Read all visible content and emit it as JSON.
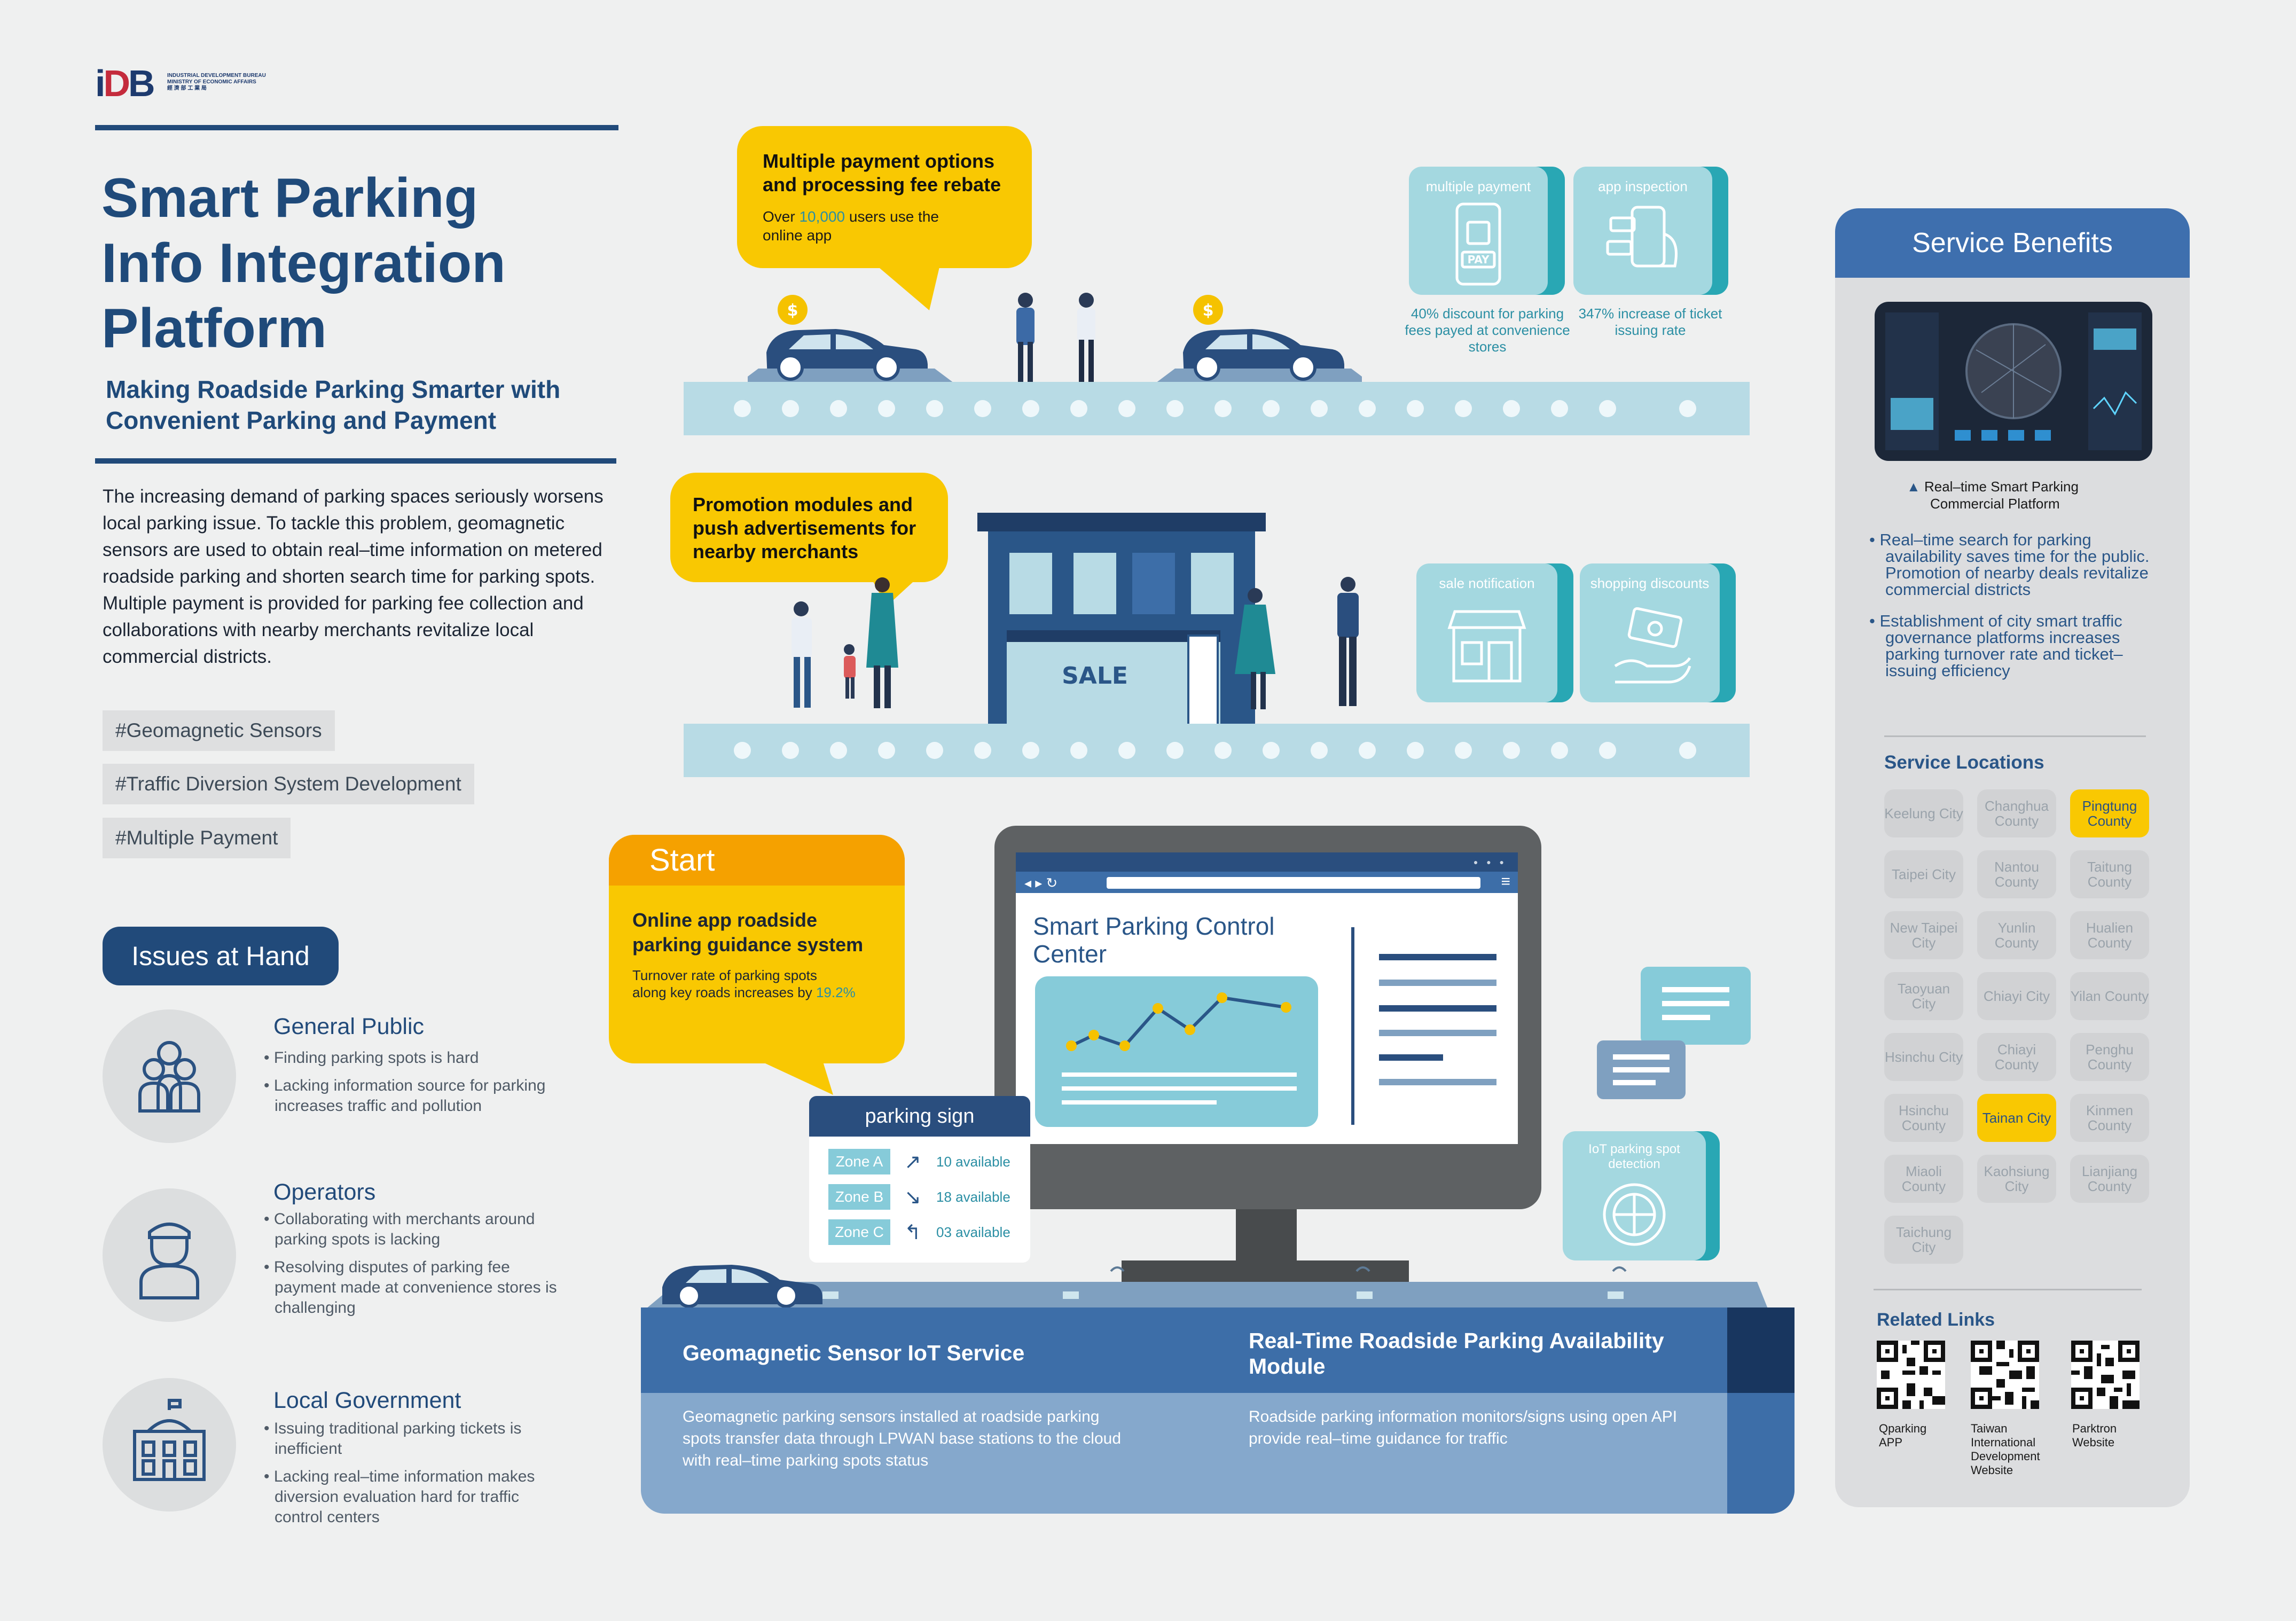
{
  "logo": {
    "mark": "IDB",
    "line1": "INDUSTRIAL DEVELOPMENT BUREAU",
    "line2": "MINISTRY OF ECONOMIC AFFAIRS",
    "line3": "經 濟 部 工 業 局"
  },
  "header": {
    "title_l1": "Smart Parking",
    "title_l2": "Info Integration",
    "title_l3": "Platform",
    "subtitle_l1": "Making Roadside Parking Smarter with",
    "subtitle_l2": "Convenient Parking and Payment",
    "intro": "The increasing demand of parking spaces seriously worsens local parking issue. To tackle this problem, geomagnetic sensors are used to obtain real–time information on metered roadside parking and shorten search time for parking spots. Multiple payment is provided for parking fee collection and collaborations with nearby merchants revitalize local commercial districts."
  },
  "tags": [
    "#Geomagnetic Sensors",
    "#Traffic Diversion System Development",
    "#Multiple Payment"
  ],
  "issues": {
    "heading": "Issues at Hand",
    "groups": [
      {
        "title": "General Public",
        "icon": "people-group-icon",
        "bullets": [
          "Finding parking spots is hard",
          "Lacking information source for parking increases traffic and pollution"
        ]
      },
      {
        "title": "Operators",
        "icon": "operator-person-icon",
        "bullets": [
          "Collaborating with merchants around parking spots is lacking",
          "Resolving disputes of parking fee payment made at convenience stores is challenging"
        ]
      },
      {
        "title": "Local Government",
        "icon": "government-building-icon",
        "bullets": [
          "Issuing traditional parking tickets is inefficient",
          "Lacking real–time information makes diversion evaluation hard for traffic control centers"
        ]
      }
    ]
  },
  "payment": {
    "title_l1": "Multiple payment options",
    "title_l2": "and processing fee rebate",
    "note_pre": "Over ",
    "note_highlight": "10,000",
    "note_post": " users use the",
    "note_l2": "online app",
    "cards": [
      {
        "label": "multiple payment",
        "icon": "pay-phone-icon",
        "note": "40% discount for parking fees payed at convenience stores"
      },
      {
        "label": "app inspection",
        "icon": "app-inspection-icon",
        "note": "347% increase of ticket issuing rate"
      }
    ]
  },
  "promotion": {
    "title": "Promotion modules and push advertisements for nearby merchants",
    "store_sign": "SALE",
    "cards": [
      {
        "label": "sale notification",
        "icon": "storefront-icon"
      },
      {
        "label": "shopping discounts",
        "icon": "discount-hand-icon"
      }
    ]
  },
  "start": {
    "tab": "Start",
    "title": "Online app roadside parking guidance system",
    "note_l1": "Turnover rate of parking spots",
    "note_l2_pre": "along key roads increases by ",
    "note_highlight": "19.2%"
  },
  "parking_sign": {
    "title": "parking sign",
    "rows": [
      {
        "zone": "Zone A",
        "text": "10 available",
        "icon": "arrow-up-right-icon"
      },
      {
        "zone": "Zone B",
        "text": "18 available",
        "icon": "arrow-down-right-icon"
      },
      {
        "zone": "Zone C",
        "text": "03 available",
        "icon": "arrow-left-turn-icon"
      }
    ]
  },
  "monitor": {
    "title_l1": "Smart Parking Control",
    "title_l2": "Center"
  },
  "iot": {
    "label_l1": "IoT parking spot",
    "label_l2": "detection"
  },
  "bottom": {
    "left_title": "Geomagnetic Sensor IoT Service",
    "left_text": "Geomagnetic parking sensors installed at roadside parking spots transfer data through LPWAN base stations to the cloud with real–time parking spots status",
    "right_title": "Real-Time Roadside Parking Availability Module",
    "right_text": "Roadside parking information monitors/signs using open API provide real–time guidance for traffic"
  },
  "benefits": {
    "heading": "Service Benefits",
    "caption_l1": "Real–time Smart Parking",
    "caption_l2": "Commercial Platform",
    "bullets": [
      "Real–time search for parking availability saves time for the public. Promotion of nearby deals revitalize  commercial districts",
      "Establishment of city smart traffic governance platforms increases parking turnover rate and ticket–issuing  efficiency"
    ],
    "locations_heading": "Service Locations",
    "locations": [
      {
        "name": "Keelung City",
        "active": false
      },
      {
        "name": "Changhua County",
        "active": false
      },
      {
        "name": "Pingtung County",
        "active": true
      },
      {
        "name": "Taipei City",
        "active": false
      },
      {
        "name": "Nantou County",
        "active": false
      },
      {
        "name": "Taitung County",
        "active": false
      },
      {
        "name": "New Taipei City",
        "active": false
      },
      {
        "name": "Yunlin County",
        "active": false
      },
      {
        "name": "Hualien County",
        "active": false
      },
      {
        "name": "Taoyuan City",
        "active": false
      },
      {
        "name": "Chiayi City",
        "active": false
      },
      {
        "name": "Yilan County",
        "active": false
      },
      {
        "name": "Hsinchu City",
        "active": false
      },
      {
        "name": "Chiayi County",
        "active": false
      },
      {
        "name": "Penghu County",
        "active": false
      },
      {
        "name": "Hsinchu County",
        "active": false
      },
      {
        "name": "Tainan City",
        "active": true
      },
      {
        "name": "Kinmen County",
        "active": false
      },
      {
        "name": "Miaoli County",
        "active": false
      },
      {
        "name": "Kaohsiung City",
        "active": false
      },
      {
        "name": "Lianjiang County",
        "active": false
      },
      {
        "name": "Taichung City",
        "active": false
      }
    ],
    "links_heading": "Related Links",
    "links": [
      {
        "label": "Qparking APP"
      },
      {
        "label": "Taiwan International Development Website"
      },
      {
        "label": "Parktron Website"
      }
    ]
  },
  "colors": {
    "navy": "#214a7a",
    "yellow": "#f9c802",
    "teal": "#29a7b4",
    "light_blue": "#b8dbe5",
    "panel_blue": "#3e6fae"
  }
}
